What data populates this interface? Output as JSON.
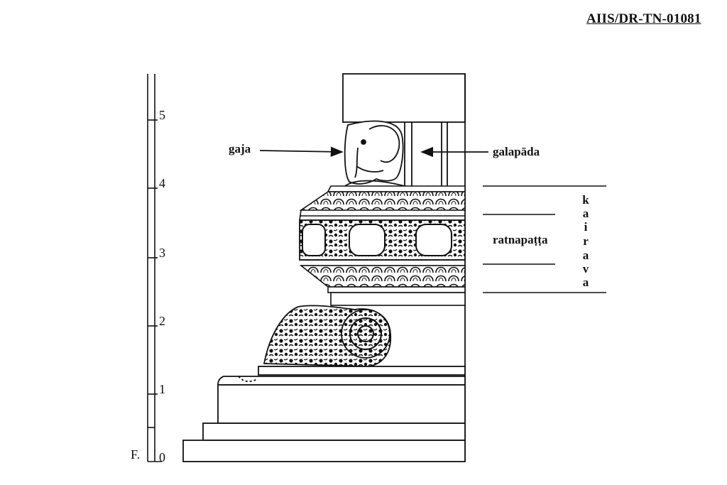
{
  "document": {
    "id": "AIIS/DR-TN-01081"
  },
  "scale": {
    "floor_label": "F.",
    "ticks": [
      "0",
      "1",
      "2",
      "3",
      "4",
      "5"
    ]
  },
  "labels": {
    "gaja": "gaja",
    "galapada": "galapāda",
    "ratnapatta": "ratnapaṭṭa",
    "kairava": [
      "k",
      "a",
      "i",
      "r",
      "a",
      "v",
      "a"
    ]
  }
}
